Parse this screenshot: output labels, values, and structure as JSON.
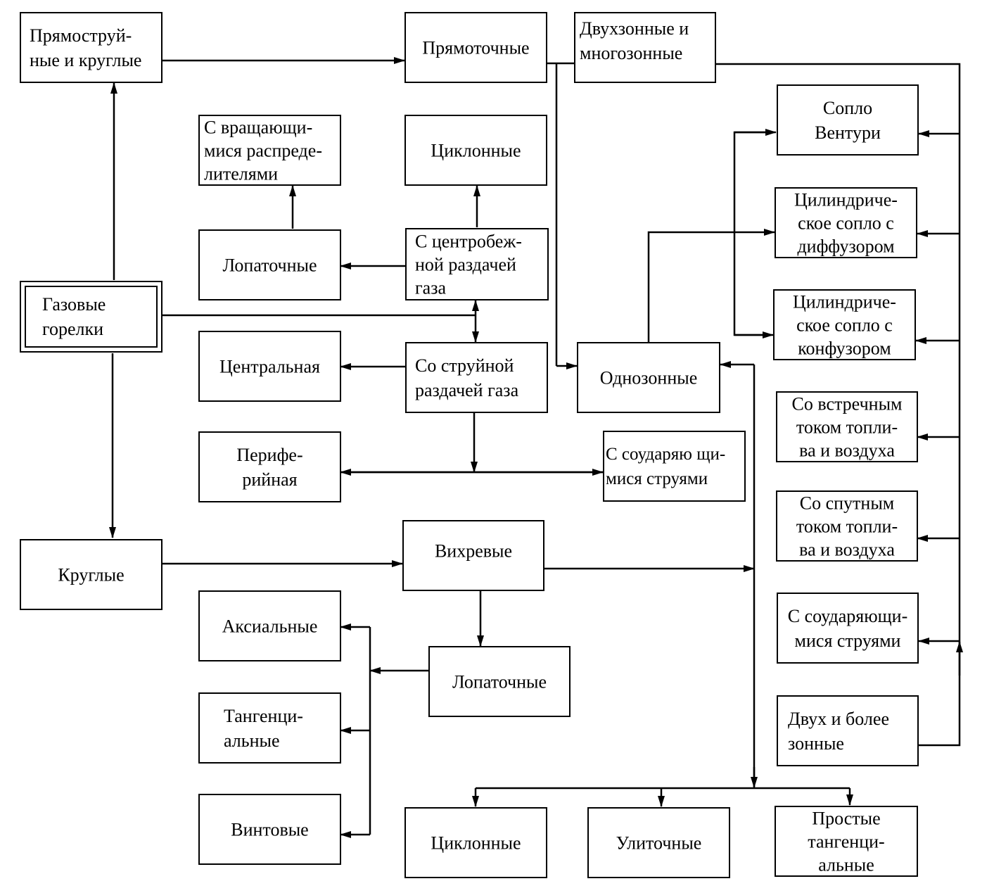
{
  "nodes": {
    "gas_burners": "Газовые\nгорелки",
    "jet_round": "Прямоструй-\nные и круглые",
    "direct_flow": "Прямоточные",
    "two_multi_zone": "Двухзонные и\nмногозонные",
    "rotating_distributors": "С вращающи-\nмися распреде-\nлителями",
    "cyclone_top": "Циклонные",
    "blade_top": "Лопаточные",
    "centrifugal": "С центробеж-\nной раздачей\nгаза",
    "central": "Центральная",
    "jet_distribution": "Со струйной\nраздачей газа",
    "single_zone": "Однозонные",
    "peripheral": "Перифе-\nрийная",
    "colliding_mid": "С соударяю щи-\nмися струями",
    "venturi": "Сопло\nВентури",
    "cyl_diffuser": "Цилиндриче-\nское сопло с\nдиффузором",
    "cyl_confuser": "Цилиндриче-\nское сопло с\nконфузором",
    "counter_flow": "Со встречным\nтоком топли-\nва и воздуха",
    "co_flow": "Со спутным\nтоком топли-\nва и воздуха",
    "colliding_right": "С соударяющи-\nмися струями",
    "two_more_zone": "Двух и более\nзонные",
    "round": "Круглые",
    "vortex": "Вихревые",
    "axial": "Аксиальные",
    "blade_bottom": "Лопаточные",
    "tangential": "Тангенци-\nальные",
    "screw": "Винтовые",
    "cyclone_bottom": "Циклонные",
    "volute": "Улиточные",
    "simple_tangential": "Простые\nтангенци-\nальные"
  }
}
